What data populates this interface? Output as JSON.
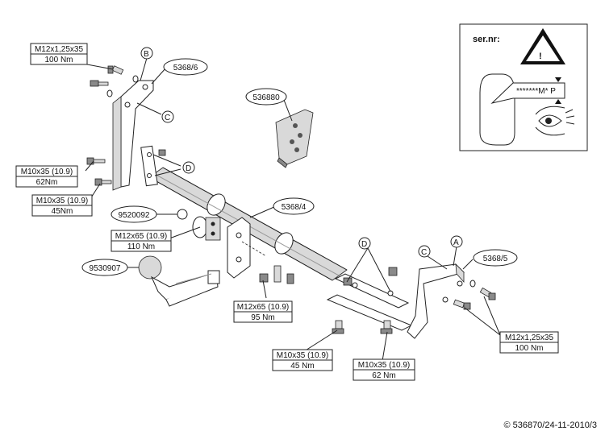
{
  "part_labels": {
    "bracket_left": "5368/6",
    "crossbar": "5368/4",
    "bracket_right": "5368/5",
    "electrical_kit": "536880",
    "socket_plate": "9520092",
    "towball": "9530907"
  },
  "callouts": {
    "A": "A",
    "B": "B",
    "C_left": "C",
    "C_right": "C",
    "D_left": "D",
    "D_right": "D"
  },
  "bolt_specs": {
    "top_left": {
      "size": "M12x1,25x35",
      "torque": "100 Nm"
    },
    "mid_left_1": {
      "size": "M10x35 (10.9)",
      "torque": "62Nm"
    },
    "mid_left_2": {
      "size": "M10x35 (10.9)",
      "torque": "45Nm"
    },
    "socket": {
      "size": "M12x65 (10.9)",
      "torque": "110 Nm"
    },
    "ball_mount": {
      "size": "M12x65 (10.9)",
      "torque": "95 Nm"
    },
    "bottom_1": {
      "size": "M10x35 (10.9)",
      "torque": "45 Nm"
    },
    "bottom_2": {
      "size": "M10x35 (10.9)",
      "torque": "62 Nm"
    },
    "right": {
      "size": "M12x1,25x35",
      "torque": "100 Nm"
    }
  },
  "serial_box": {
    "title": "ser.nr:",
    "warning": "!",
    "plate_text": "*******M* P"
  },
  "copyright": "© 536870/24-11-2010/3",
  "colors": {
    "line": "#222222",
    "shade": "#d9d9d9",
    "background": "#ffffff"
  }
}
